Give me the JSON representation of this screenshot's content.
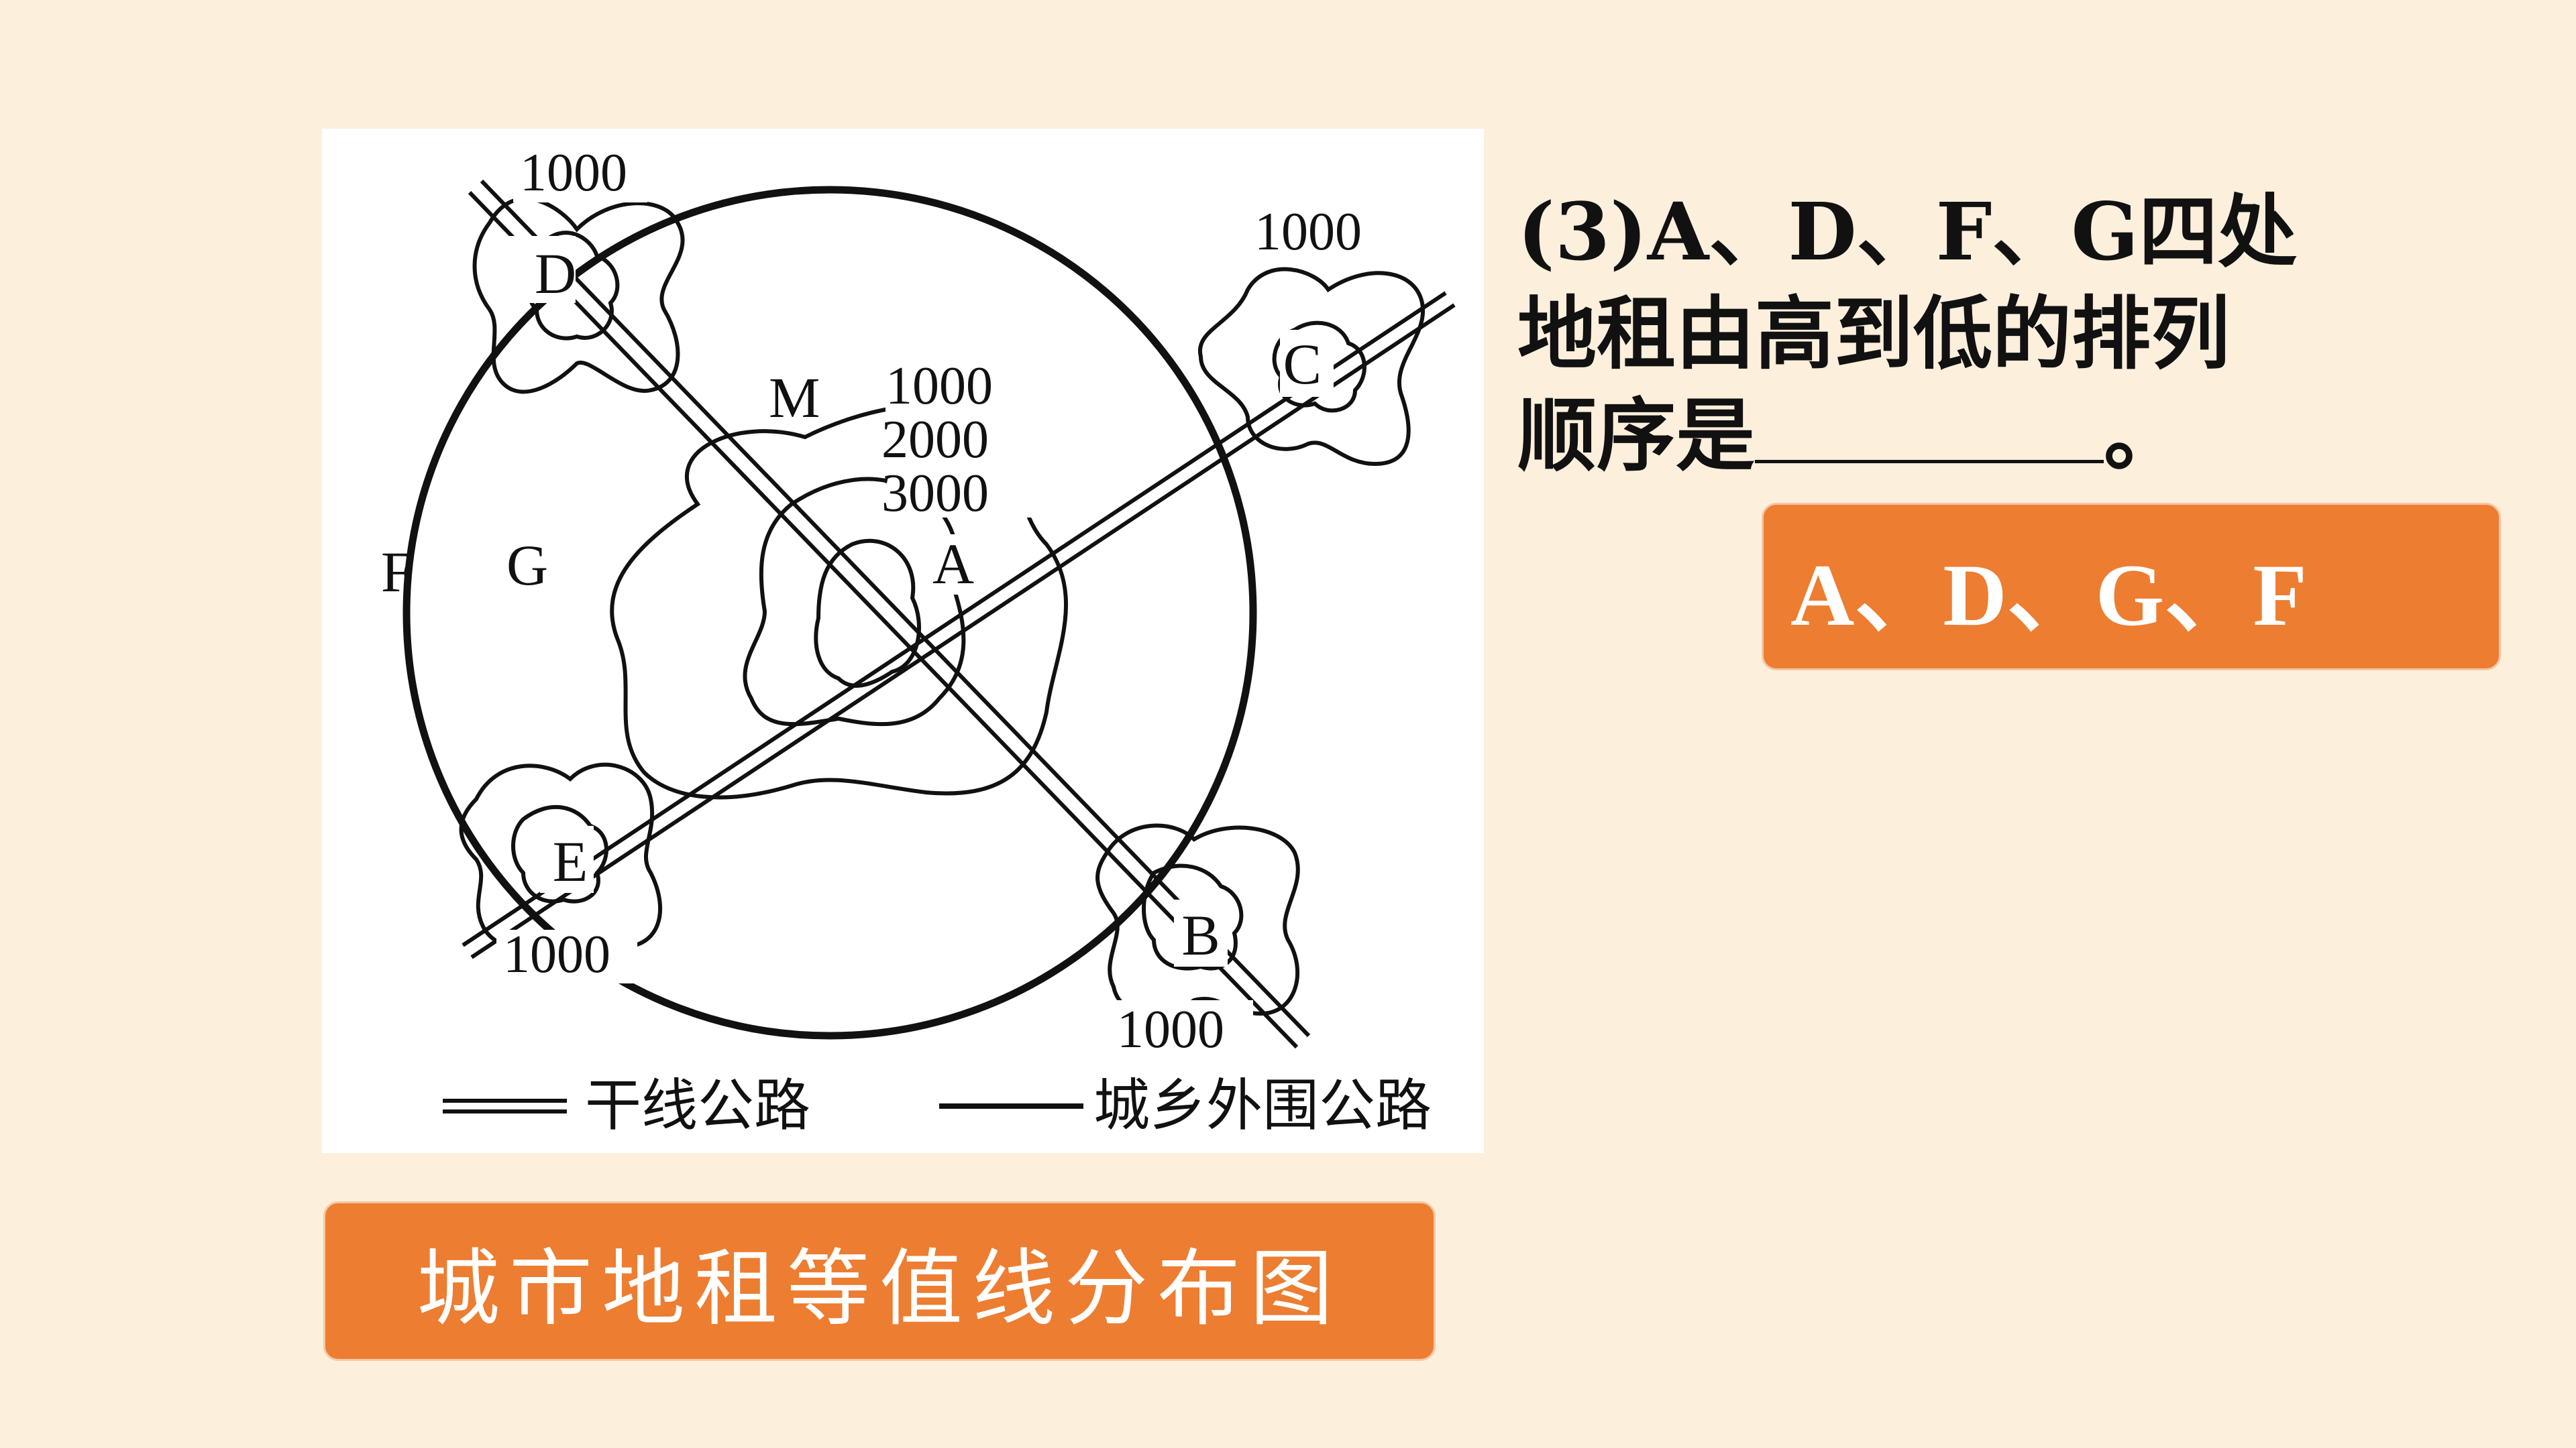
{
  "question": {
    "line1": "(3)A、D、F、G四处",
    "line2": "地租由高到低的排列",
    "line3": "顺序是",
    "line3_end": "。"
  },
  "answer": "A、D、G、F",
  "caption": "城市地租等值线分布图",
  "diagram": {
    "labels": {
      "A": "A",
      "B": "B",
      "C": "C",
      "D": "D",
      "E": "E",
      "F": "F",
      "G": "G",
      "M": "M"
    },
    "contour_labels": {
      "d_1000": "1000",
      "c_1000": "1000",
      "center_1000": "1000",
      "center_2000": "2000",
      "center_3000": "3000",
      "e_1000": "1000",
      "b_1000": "1000"
    },
    "legend": {
      "trunk_road": "干线公路",
      "ring_road": "城乡外围公路"
    }
  },
  "colors": {
    "background": "#fcefdc",
    "accent": "#ed7d31",
    "ink": "#111111"
  }
}
